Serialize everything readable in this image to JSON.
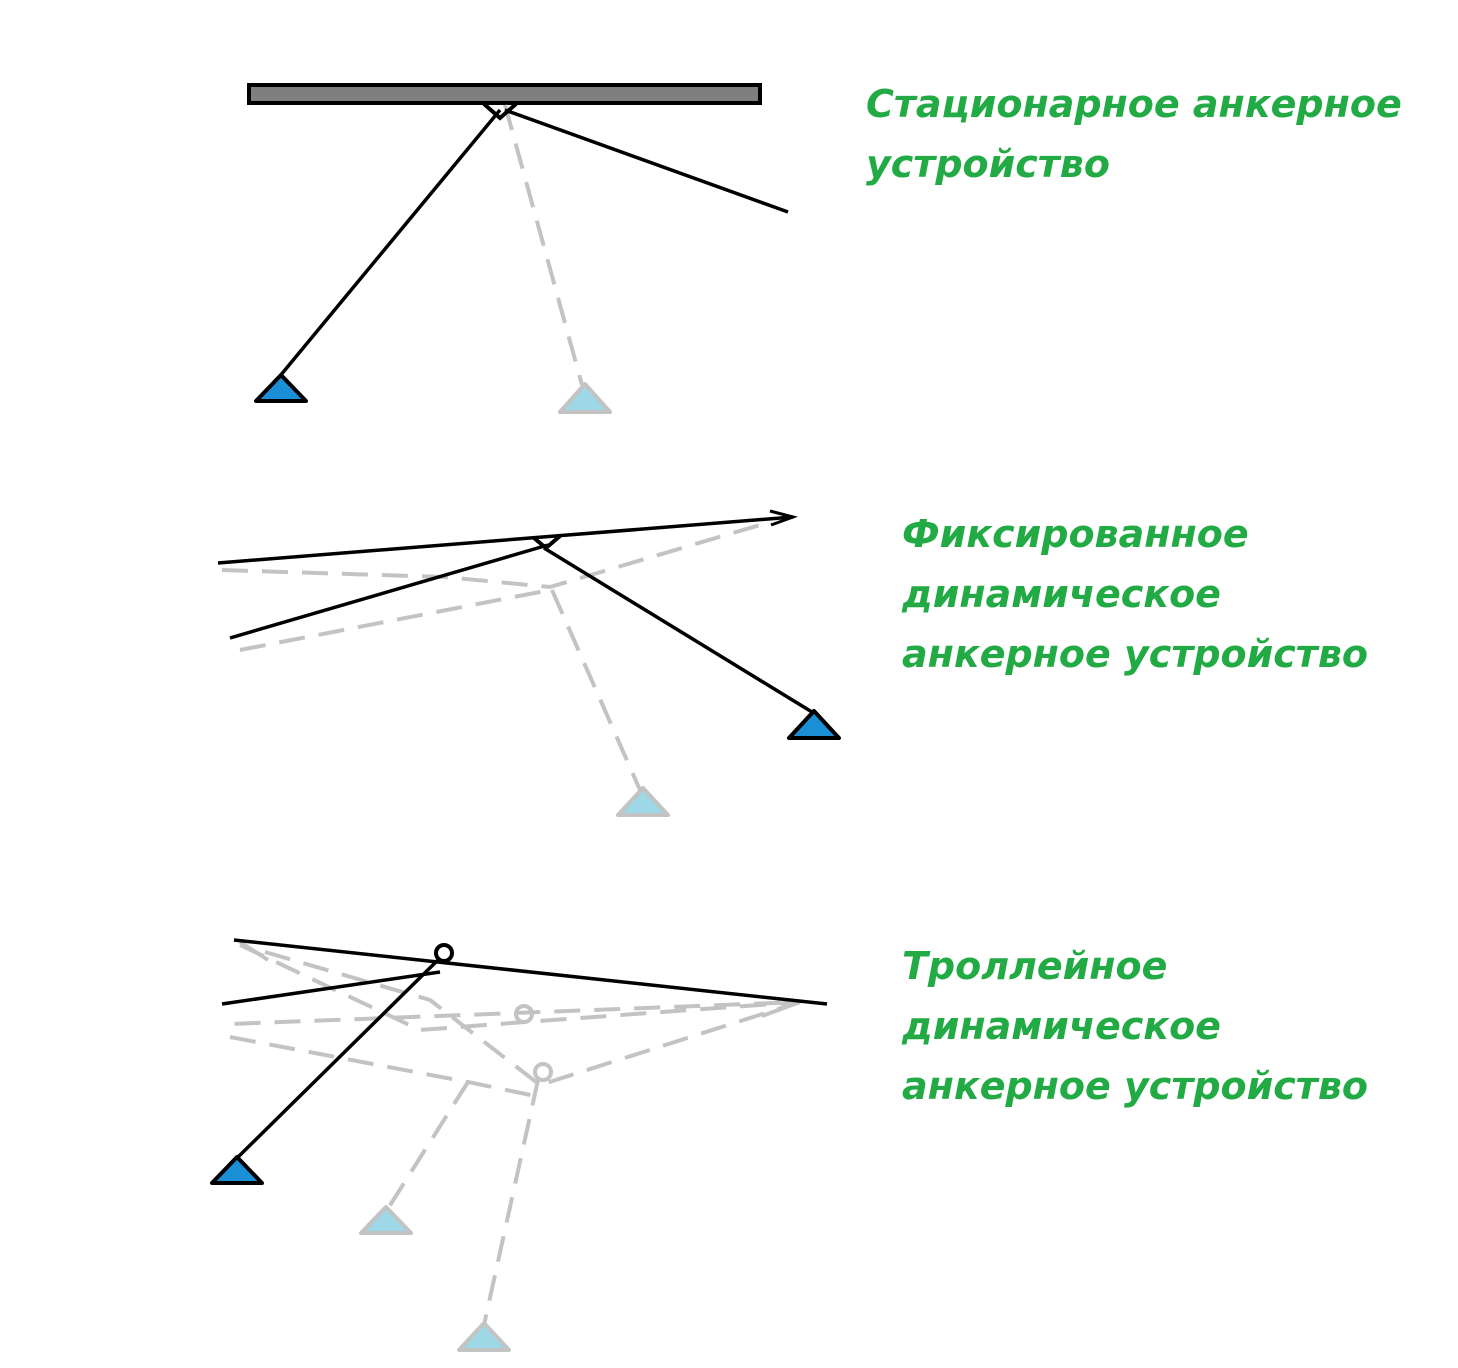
{
  "colors": {
    "label": "#22aa44",
    "active_line": "#000000",
    "ghost_line": "#c3c3c3",
    "anchor_fill": "#1a8fd6",
    "ghost_anchor_fill": "#9ed7e6",
    "beam_fill": "#7f7f7f"
  },
  "sections": [
    {
      "name": "stationary",
      "label_lines": [
        "Стационарное анкерное",
        "устройство"
      ]
    },
    {
      "name": "fixed-dynamic",
      "label_lines": [
        "Фиксированное",
        "динамическое",
        "анкерное устройство"
      ]
    },
    {
      "name": "trolley-dynamic",
      "label_lines": [
        "Троллейное",
        "динамическое",
        "анкерное устройство"
      ]
    }
  ]
}
